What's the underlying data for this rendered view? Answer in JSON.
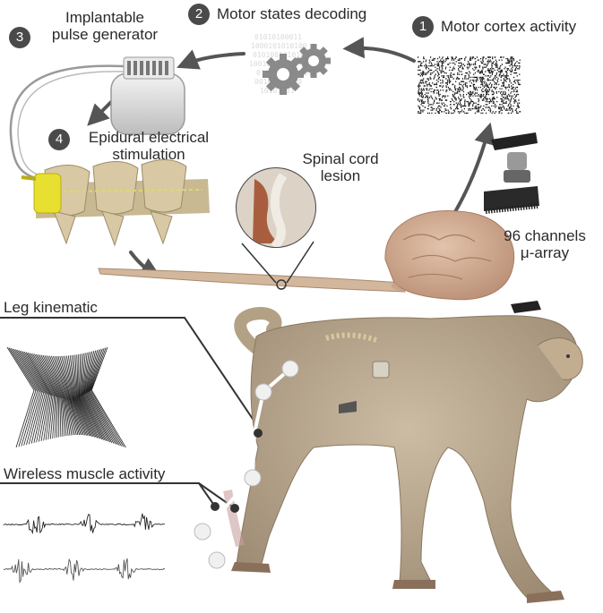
{
  "steps": [
    {
      "num": "1",
      "label": "Motor cortex activity"
    },
    {
      "num": "2",
      "label": "Motor states decoding"
    },
    {
      "num": "3",
      "label_line1": "Implantable",
      "label_line2": "pulse generator"
    },
    {
      "num": "4",
      "label_line1": "Epidural electrical",
      "label_line2": "stimulation"
    }
  ],
  "labels": {
    "lesion_line1": "Spinal cord",
    "lesion_line2": "lesion",
    "array_line1": "96 channels",
    "array_line2": "μ-array",
    "leg_kinematic": "Leg kinematic",
    "muscle_activity": "Wireless muscle activity"
  },
  "colors": {
    "badge": "#4a4a4a",
    "arrow": "#555555",
    "stimulator": "#e8e030",
    "monkey": "#b8a48a",
    "brain": "#c9a48a",
    "cord": "#d3b79c",
    "joint_marker": "#ffffff"
  },
  "icons": [
    "gear-icon",
    "gear-icon",
    "brain-icon",
    "spine-icon",
    "monkey-figure",
    "pulse-generator",
    "electrode-array",
    "raster-plot"
  ]
}
